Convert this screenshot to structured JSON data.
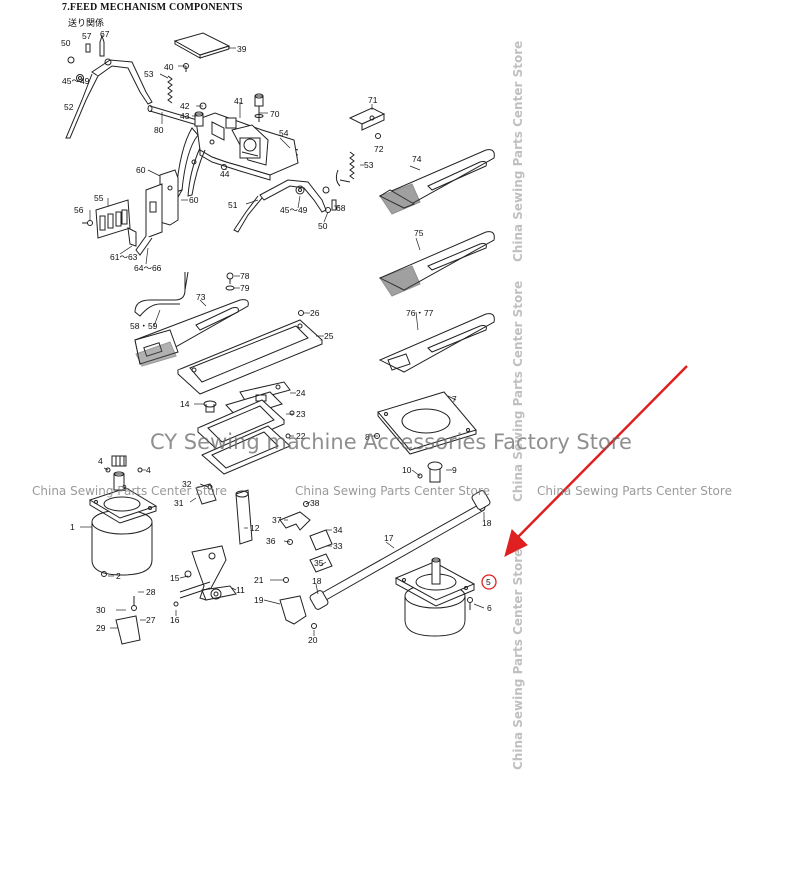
{
  "header": {
    "title": "7.FEED MECHANISM COMPONENTS",
    "subtitle": "送り関係"
  },
  "watermarks": {
    "main": "CY Sewing machine Accessories Factory Store",
    "small": "China Sewing Parts Center Store"
  },
  "colors": {
    "line": "#222222",
    "arrow": "#e02020",
    "highlight": "#e02020"
  },
  "highlighted_part": "5",
  "labels": {
    "l50a": "50",
    "l57": "57",
    "l67": "67",
    "l45a": "45～49",
    "l52": "52",
    "l53a": "53",
    "l40": "40",
    "l39": "39",
    "l42": "42",
    "l43": "43",
    "l41": "41",
    "l70": "70",
    "l80": "80",
    "l54": "54",
    "l71": "71",
    "l72": "72",
    "l44": "44",
    "l53b": "53",
    "l60": "60",
    "l55": "55",
    "l56": "56",
    "l68": "68",
    "l45b": "45～49",
    "l50b": "50",
    "l51": "51",
    "l74": "74",
    "l61": "61～63",
    "l64": "64～66",
    "l78": "78",
    "l79": "79",
    "l73": "73",
    "l75": "75",
    "l58": "58・59",
    "l26": "26",
    "l25": "25",
    "l76": "76・77",
    "l24": "24",
    "l14": "14",
    "l23": "23",
    "l22": "22",
    "l7": "7",
    "l8": "8",
    "l4a": "4",
    "l4b": "4",
    "l3": "3",
    "l10": "10",
    "l9": "9",
    "l32": "32",
    "l38": "38",
    "l31": "31",
    "l12": "12",
    "l37": "37",
    "l34": "34",
    "l1": "1",
    "l18a": "18",
    "l36": "36",
    "l33": "33",
    "l17": "17",
    "l35": "35",
    "l2": "2",
    "l21": "21",
    "l18b": "18",
    "l15": "15",
    "l11": "11",
    "l28": "28",
    "l19": "19",
    "l30": "30",
    "l16": "16",
    "l27": "27",
    "l29": "29",
    "l20": "20",
    "l5": "5",
    "l6": "6"
  }
}
